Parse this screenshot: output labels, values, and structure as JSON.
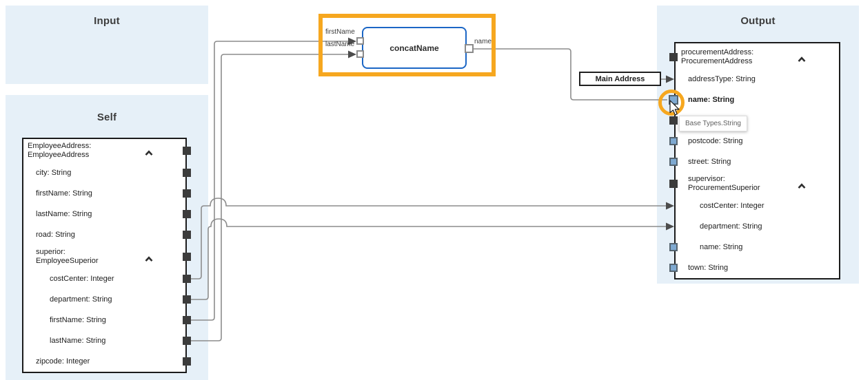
{
  "panels": {
    "input": {
      "title": "Input"
    },
    "self": {
      "title": "Self"
    },
    "output": {
      "title": "Output"
    }
  },
  "function_box": {
    "label": "concatName",
    "inputs": [
      {
        "label": "firstName"
      },
      {
        "label": "lastName"
      }
    ],
    "output": {
      "label": "name"
    }
  },
  "constant_box": {
    "label": "Main Address"
  },
  "tooltip": {
    "text": "Base Types.String"
  },
  "self_tree": {
    "rows": [
      {
        "label": "EmployeeAddress:\nEmployeeAddress",
        "level": 0,
        "header": true,
        "chevron": true,
        "port": "dark"
      },
      {
        "label": "city: String",
        "level": 1,
        "port": "dark"
      },
      {
        "label": "firstName: String",
        "level": 1,
        "port": "dark"
      },
      {
        "label": "lastName: String",
        "level": 1,
        "port": "dark"
      },
      {
        "label": "road: String",
        "level": 1,
        "port": "dark"
      },
      {
        "label": "superior:\nEmployeeSuperior",
        "level": 1,
        "header": true,
        "chevron": true,
        "port": "dark"
      },
      {
        "label": "costCenter: Integer",
        "level": 2,
        "port": "dark"
      },
      {
        "label": "department: String",
        "level": 2,
        "port": "dark"
      },
      {
        "label": "firstName: String",
        "level": 2,
        "port": "dark"
      },
      {
        "label": "lastName: String",
        "level": 2,
        "port": "dark"
      },
      {
        "label": "zipcode: Integer",
        "level": 1,
        "port": "dark"
      }
    ]
  },
  "output_tree": {
    "rows": [
      {
        "label": "procurementAddress:\nProcurementAddress",
        "level": 0,
        "header": true,
        "chevron": true,
        "port": "dark"
      },
      {
        "label": "addressType: String",
        "level": 1,
        "port": "arrow"
      },
      {
        "label": "name: String",
        "level": 1,
        "port": "blue",
        "bold": true,
        "highlighted": true
      },
      {
        "label": "",
        "level": 1,
        "port": "dark"
      },
      {
        "label": "postcode: String",
        "level": 1,
        "port": "blue"
      },
      {
        "label": "street: String",
        "level": 1,
        "port": "blue"
      },
      {
        "label": "supervisor:\nProcurementSuperior",
        "level": 1,
        "header": true,
        "chevron": true,
        "port": "dark"
      },
      {
        "label": "costCenter: Integer",
        "level": 2,
        "port": "arrow"
      },
      {
        "label": "department: String",
        "level": 2,
        "port": "arrow"
      },
      {
        "label": "name: String",
        "level": 2,
        "port": "blue"
      },
      {
        "label": "town: String",
        "level": 1,
        "port": "blue"
      }
    ]
  },
  "connections": [
    {
      "id": "firstname-to-concat",
      "from": "Self.superior.firstName",
      "to": "concatName.firstName"
    },
    {
      "id": "lastname-to-concat",
      "from": "Self.superior.lastName",
      "to": "concatName.lastName"
    },
    {
      "id": "costcenter-map",
      "from": "Self.superior.costCenter",
      "to": "Output.supervisor.costCenter"
    },
    {
      "id": "department-map",
      "from": "Self.superior.department",
      "to": "Output.supervisor.department"
    },
    {
      "id": "concat-to-name",
      "from": "concatName.name",
      "to": "Output.procurementAddress.name"
    },
    {
      "id": "constant-to-addresstype",
      "from": "Main Address",
      "to": "Output.procurementAddress.addressType"
    }
  ],
  "colors": {
    "panel_bg": "#e6f0f8",
    "highlight_orange": "#f6a71f",
    "function_blue": "#1b66c5",
    "connection_gray": "#8c8c8c",
    "arrow_dark": "#4c4c4c",
    "port_dark": "#3c3c3c",
    "port_blue_fill": "#7ea9d1",
    "port_blue_border": "#55646f"
  }
}
